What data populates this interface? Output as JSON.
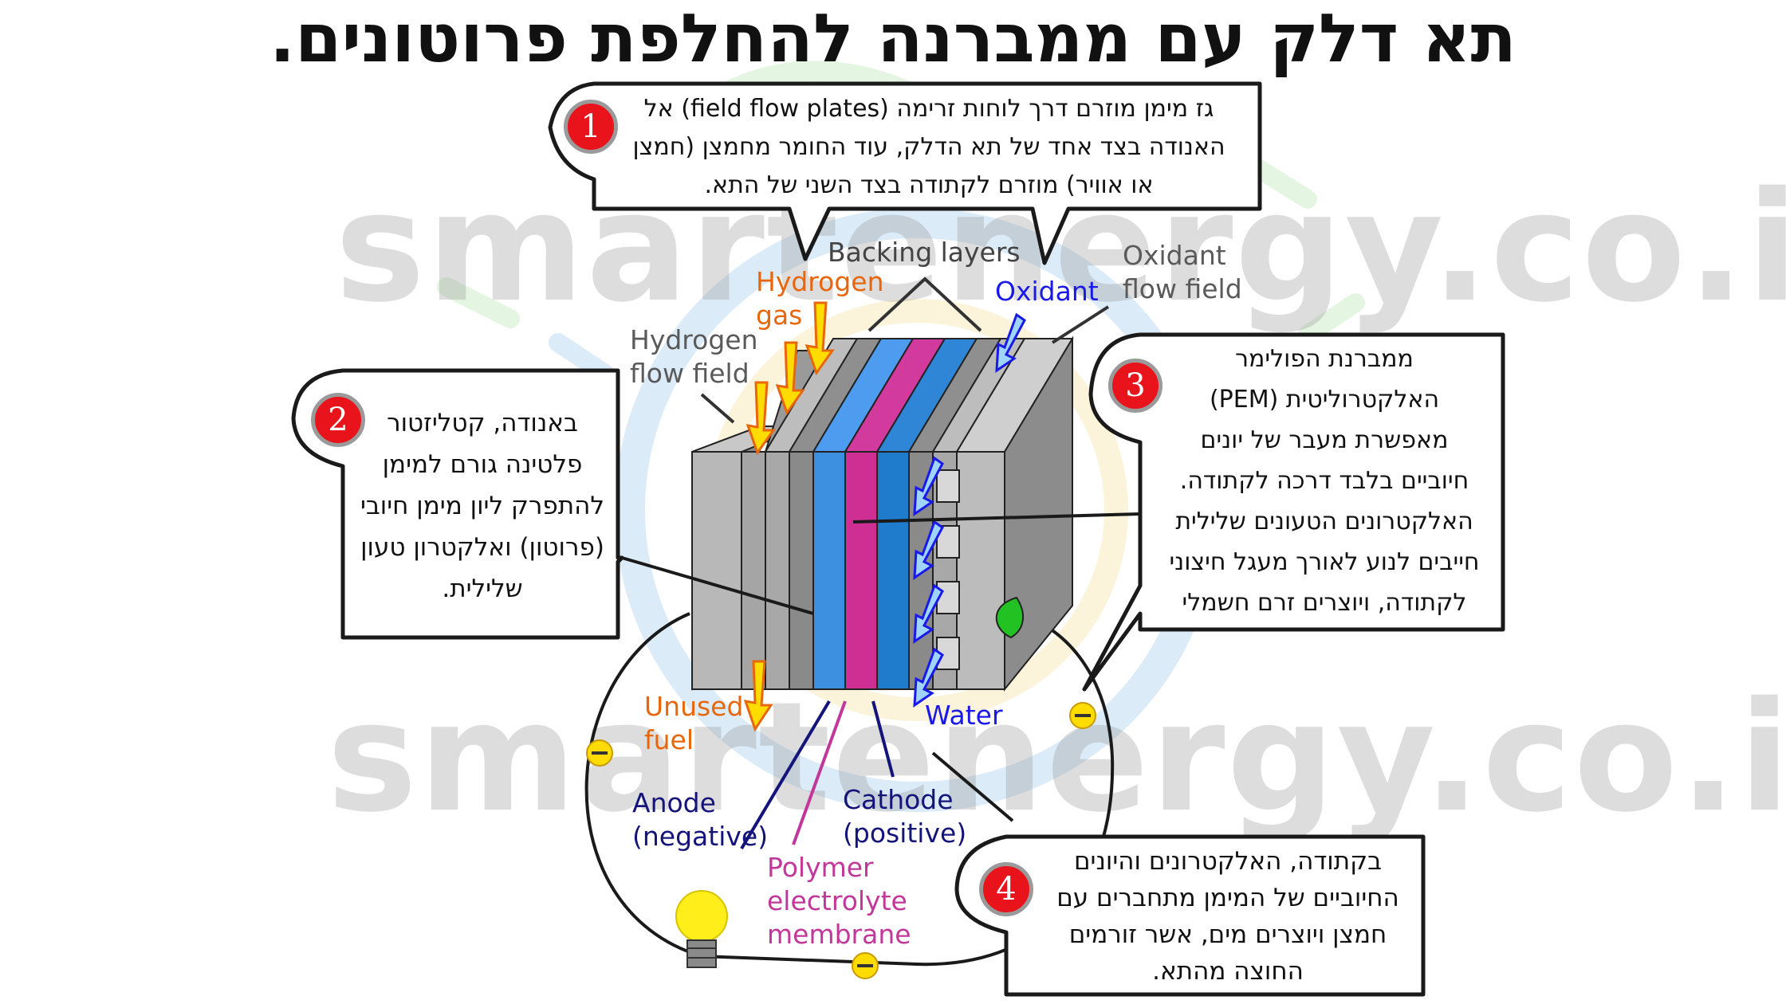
{
  "title": "תא דלק עם ממברנה להחלפת פרוטונים.",
  "watermark": "smartenergy.co.il",
  "callouts": [
    {
      "number": "1",
      "lines": [
        "גז מימן מוזרם דרך לוחות זרימה (field flow plates) אל",
        "האנודה בצד אחד של תא הדלק,  עוד החומר מחמצן (חמצן",
        "או אוויר) מוזרם לקתודה בצד השני של התא."
      ]
    },
    {
      "number": "2",
      "lines": [
        "באנודה, קטליזטור",
        "פלטינה גורם למימן",
        "להתפרק ליון מימן חיובי",
        "(פרוטון) ואלקטרון טעון",
        "שלילית."
      ]
    },
    {
      "number": "3",
      "lines": [
        "ממברנת הפולימר",
        "האלקטרוליטית (PEM)",
        "מאפשרת מעבר של יונים",
        "חיוביים בלבד דרכה לקתודה.",
        "האלקטרונים הטעונים שלילית",
        "חייבים לנוע לאורך מעגל חיצוני",
        "לקתודה, ויוצרים זרם חשמלי"
      ]
    },
    {
      "number": "4",
      "lines": [
        "בקתודה, האלקטרונים והיונים",
        "החיוביים של המימן מתחברים עם",
        "חמצן ויוצרים מים, אשר זורמים",
        "החוצה מהתא."
      ]
    }
  ],
  "labels": {
    "hydrogen_gas": [
      "Hydrogen",
      "gas"
    ],
    "backing_layers": "Backing layers",
    "oxidant": "Oxidant",
    "oxidant_flow_field": [
      "Oxidant",
      "flow field"
    ],
    "hydrogen_flow_field": [
      "Hydrogen",
      "flow field"
    ],
    "unused_fuel": [
      "Unused",
      "fuel"
    ],
    "water": "Water",
    "anode": [
      "Anode",
      "(negative)"
    ],
    "cathode": [
      "Cathode",
      "(positive)"
    ],
    "pem": [
      "Polymer",
      "electrolyte",
      "membrane"
    ]
  },
  "colors": {
    "badge_red": "#e8131b",
    "orange_label": "#e8670c",
    "blue_label": "#1a1ae6",
    "navy_label": "#14147a",
    "magenta_label": "#c2379a",
    "gray_label": "#5a5a5a",
    "membrane": "#cf2f93",
    "electrode_blue": "#3d8fe0",
    "plate_gray": "#9a9a9a"
  },
  "icons": [
    "hydrogen-arrow-icon",
    "oxidant-arrow-icon",
    "water-arrow-icon",
    "light-bulb-icon",
    "electron-icon"
  ]
}
